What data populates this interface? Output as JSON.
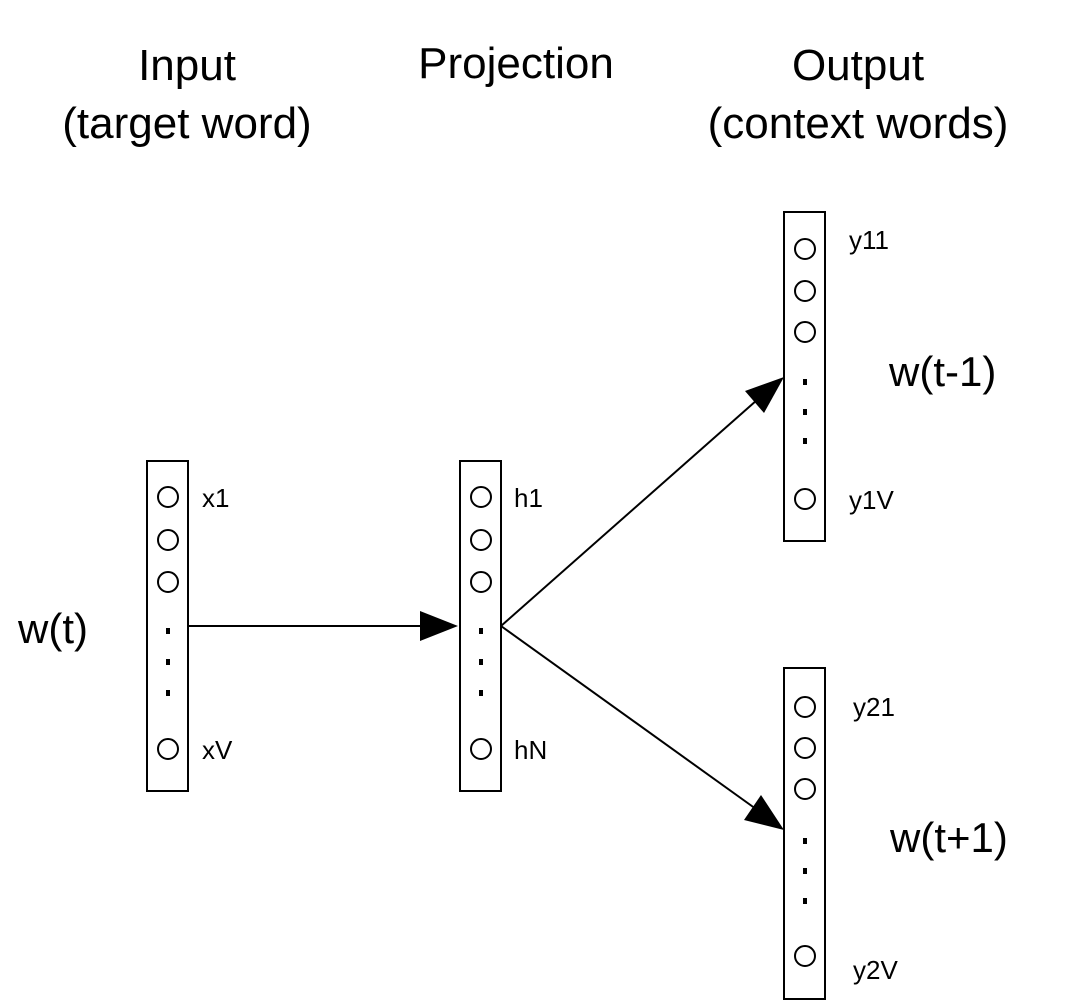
{
  "headers": {
    "input_line1": "Input",
    "input_line2": "(target word)",
    "projection": "Projection",
    "output_line1": "Output",
    "output_line2": "(context words)"
  },
  "input_layer": {
    "word": "w(t)",
    "first_label": "x1",
    "last_label": "xV"
  },
  "projection_layer": {
    "first_label": "h1",
    "last_label": "hN"
  },
  "output_layers": [
    {
      "word": "w(t-1)",
      "first_label": "y11",
      "last_label": "y1V"
    },
    {
      "word": "w(t+1)",
      "first_label": "y21",
      "last_label": "y2V"
    }
  ]
}
